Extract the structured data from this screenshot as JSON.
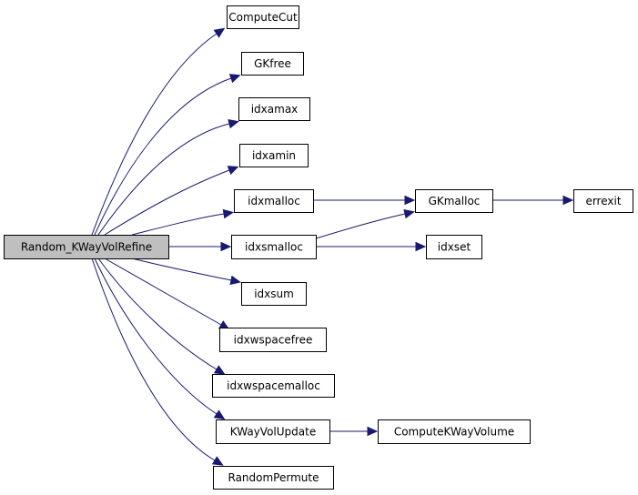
{
  "graph": {
    "title": "Random_KWayVolRefine call graph",
    "edge_color": "#191970",
    "root_fill": "#bfbfbf",
    "nodes": [
      {
        "id": "Random_KWayVolRefine",
        "label": "Random_KWayVolRefine",
        "root": true
      },
      {
        "id": "ComputeCut",
        "label": "ComputeCut"
      },
      {
        "id": "GKfree",
        "label": "GKfree"
      },
      {
        "id": "idxamax",
        "label": "idxamax"
      },
      {
        "id": "idxamin",
        "label": "idxamin"
      },
      {
        "id": "idxmalloc",
        "label": "idxmalloc"
      },
      {
        "id": "idxsmalloc",
        "label": "idxsmalloc"
      },
      {
        "id": "idxsum",
        "label": "idxsum"
      },
      {
        "id": "idxwspacefree",
        "label": "idxwspacefree"
      },
      {
        "id": "idxwspacemalloc",
        "label": "idxwspacemalloc"
      },
      {
        "id": "KWayVolUpdate",
        "label": "KWayVolUpdate"
      },
      {
        "id": "RandomPermute",
        "label": "RandomPermute"
      },
      {
        "id": "GKmalloc",
        "label": "GKmalloc"
      },
      {
        "id": "idxset",
        "label": "idxset"
      },
      {
        "id": "errexit",
        "label": "errexit"
      },
      {
        "id": "ComputeKWayVolume",
        "label": "ComputeKWayVolume"
      }
    ],
    "edges": [
      {
        "from": "Random_KWayVolRefine",
        "to": "ComputeCut"
      },
      {
        "from": "Random_KWayVolRefine",
        "to": "GKfree"
      },
      {
        "from": "Random_KWayVolRefine",
        "to": "idxamax"
      },
      {
        "from": "Random_KWayVolRefine",
        "to": "idxamin"
      },
      {
        "from": "Random_KWayVolRefine",
        "to": "idxmalloc"
      },
      {
        "from": "Random_KWayVolRefine",
        "to": "idxsmalloc"
      },
      {
        "from": "Random_KWayVolRefine",
        "to": "idxsum"
      },
      {
        "from": "Random_KWayVolRefine",
        "to": "idxwspacefree"
      },
      {
        "from": "Random_KWayVolRefine",
        "to": "idxwspacemalloc"
      },
      {
        "from": "Random_KWayVolRefine",
        "to": "KWayVolUpdate"
      },
      {
        "from": "Random_KWayVolRefine",
        "to": "RandomPermute"
      },
      {
        "from": "idxmalloc",
        "to": "GKmalloc"
      },
      {
        "from": "idxsmalloc",
        "to": "GKmalloc"
      },
      {
        "from": "idxsmalloc",
        "to": "idxset"
      },
      {
        "from": "GKmalloc",
        "to": "errexit"
      },
      {
        "from": "KWayVolUpdate",
        "to": "ComputeKWayVolume"
      }
    ]
  }
}
